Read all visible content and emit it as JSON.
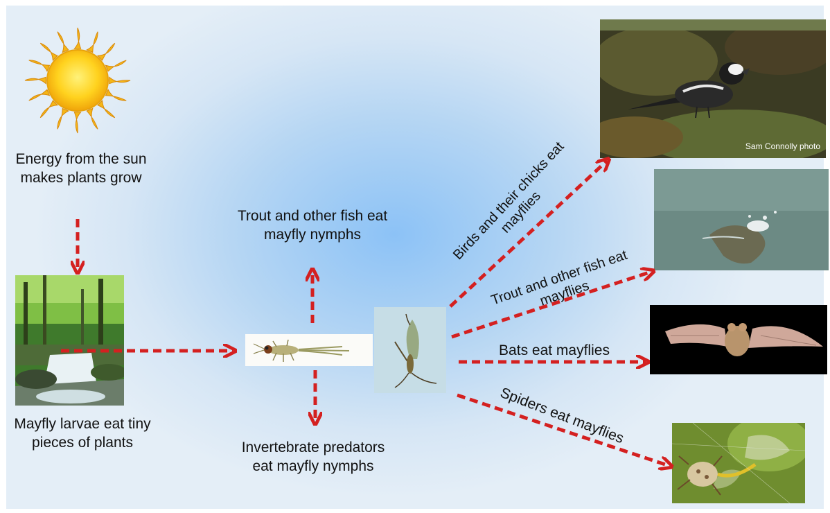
{
  "labels": {
    "sun": "Energy from the sun makes plants grow",
    "larvae": "Mayfly larvae eat tiny pieces of plants",
    "trout_nymphs": "Trout and other fish eat mayfly nymphs",
    "invertebrate": "Invertebrate predators eat mayfly nymphs",
    "birds": "Birds and their chicks eat mayflies",
    "trout_adults": "Trout and other fish eat mayflies",
    "bats": "Bats eat mayflies",
    "spiders": "Spiders eat mayflies"
  },
  "photo_credit": "Sam Connolly photo",
  "colors": {
    "arrow": "#d42020",
    "sun": "#f7c21a",
    "background_center": "#8cc2f6",
    "background_edge": "#e4eef7"
  },
  "icons": [
    "sun-icon",
    "stream-photo",
    "nymph-photo",
    "adult-mayfly-photo",
    "bird-photo",
    "fish-photo",
    "bat-photo",
    "spider-photo"
  ]
}
